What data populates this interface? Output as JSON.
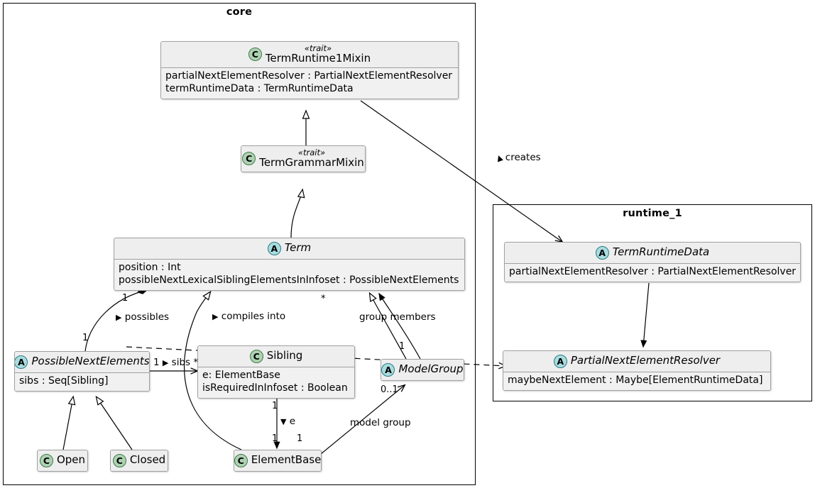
{
  "diagram": {
    "type": "uml-class-diagram",
    "packages": [
      {
        "name": "core"
      },
      {
        "name": "runtime_1"
      }
    ]
  },
  "classes": {
    "term_runtime_1_mixin": {
      "badge": "C",
      "stereotype": "«trait»",
      "name": "TermRuntime1Mixin",
      "abstract": false,
      "attributes": [
        "partialNextElementResolver : PartialNextElementResolver",
        "termRuntimeData : TermRuntimeData"
      ]
    },
    "term_grammar_mixin": {
      "badge": "C",
      "stereotype": "«trait»",
      "name": "TermGrammarMixin",
      "abstract": false,
      "attributes": []
    },
    "term": {
      "badge": "A",
      "stereotype": "",
      "name": "Term",
      "abstract": true,
      "attributes": [
        "position : Int",
        "possibleNextLexicalSiblingElementsInInfoset : PossibleNextElements"
      ]
    },
    "possible_next_elements": {
      "badge": "A",
      "stereotype": "",
      "name": "PossibleNextElements",
      "abstract": true,
      "attributes": [
        "sibs : Seq[Sibling]"
      ]
    },
    "sibling": {
      "badge": "C",
      "stereotype": "",
      "name": "Sibling",
      "abstract": false,
      "attributes": [
        "e: ElementBase",
        "isRequiredInInfoset : Boolean"
      ]
    },
    "model_group": {
      "badge": "A",
      "stereotype": "",
      "name": "ModelGroup",
      "abstract": true,
      "attributes": []
    },
    "open": {
      "badge": "C",
      "stereotype": "",
      "name": "Open",
      "abstract": false,
      "attributes": []
    },
    "closed": {
      "badge": "C",
      "stereotype": "",
      "name": "Closed",
      "abstract": false,
      "attributes": []
    },
    "element_base": {
      "badge": "C",
      "stereotype": "",
      "name": "ElementBase",
      "abstract": false,
      "attributes": []
    },
    "term_runtime_data": {
      "badge": "A",
      "stereotype": "",
      "name": "TermRuntimeData",
      "abstract": true,
      "attributes": [
        "partialNextElementResolver : PartialNextElementResolver"
      ]
    },
    "partial_next_element_resolver": {
      "badge": "A",
      "stereotype": "",
      "name": "PartialNextElementResolver",
      "abstract": true,
      "attributes": [
        "maybeNextElement : Maybe[ElementRuntimeData]"
      ]
    }
  },
  "edge_labels": {
    "creates": "creates",
    "possibles": "possibles",
    "possibles_mult_source": "1",
    "possibles_mult_target": "1",
    "compiles_into": "compiles into",
    "group_members": "group members",
    "group_members_mult_star": "*",
    "group_members_mult_one": "1",
    "sibs": "sibs",
    "sibs_mult_source": "1",
    "sibs_mult_target": "*",
    "e": "e",
    "e_mult_source": "1",
    "e_mult_target": "1",
    "model_group": "model group",
    "model_group_mult_source": "1",
    "model_group_mult_target": "0..1"
  },
  "colors": {
    "class_fill": "#F1F1F1",
    "class_header": "#EEEEEE",
    "class_border": "#A0A0A0",
    "badge_class": "#ADD1B2",
    "badge_abstract": "#A9DCDF",
    "line": "#000000",
    "package_border": "#000000"
  }
}
